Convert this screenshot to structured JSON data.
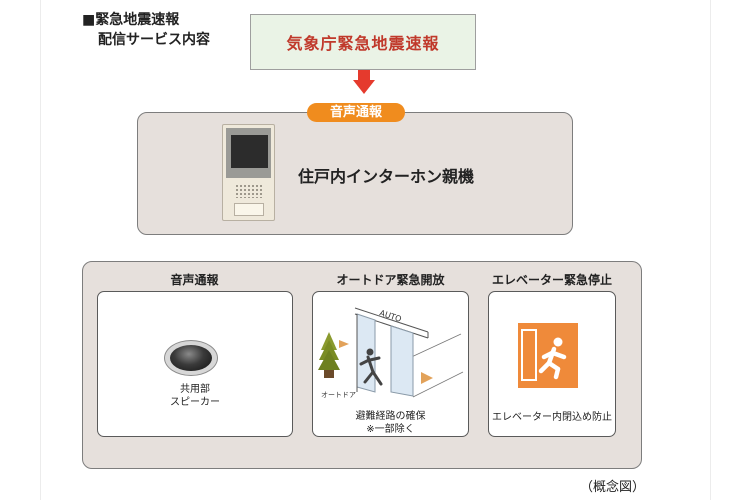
{
  "header": {
    "title_line1": "■緊急地震速報",
    "title_line2": "配信サービス内容"
  },
  "source": {
    "label": "気象庁緊急地震速報"
  },
  "intercom": {
    "badge": "音声通報",
    "label": "住戸内インターホン親機"
  },
  "services": [
    {
      "heading": "音声通報",
      "lines": [
        "共用部",
        "スピーカー"
      ]
    },
    {
      "heading": "オートドア緊急開放",
      "sign": "AUTO",
      "door_label": "オートドア",
      "lines": [
        "避難経路の確保",
        "※一部除く"
      ]
    },
    {
      "heading": "エレベーター緊急停止",
      "lines": [
        "エレベーター内閉込め防止"
      ]
    }
  ],
  "caption": "（概念図）",
  "colors": {
    "accent_red": "#e53a2d",
    "source_text": "#c0392b",
    "badge_orange": "#f08c1e",
    "panel_bg": "#e6e0dc",
    "source_bg": "#eaf3e6",
    "exit_sign": "#ef8a3a"
  },
  "icons": [
    "arrow-down-icon",
    "intercom-device-icon",
    "speaker-icon",
    "tree-icon",
    "running-person-icon",
    "door-motion-icon",
    "emergency-exit-icon"
  ]
}
